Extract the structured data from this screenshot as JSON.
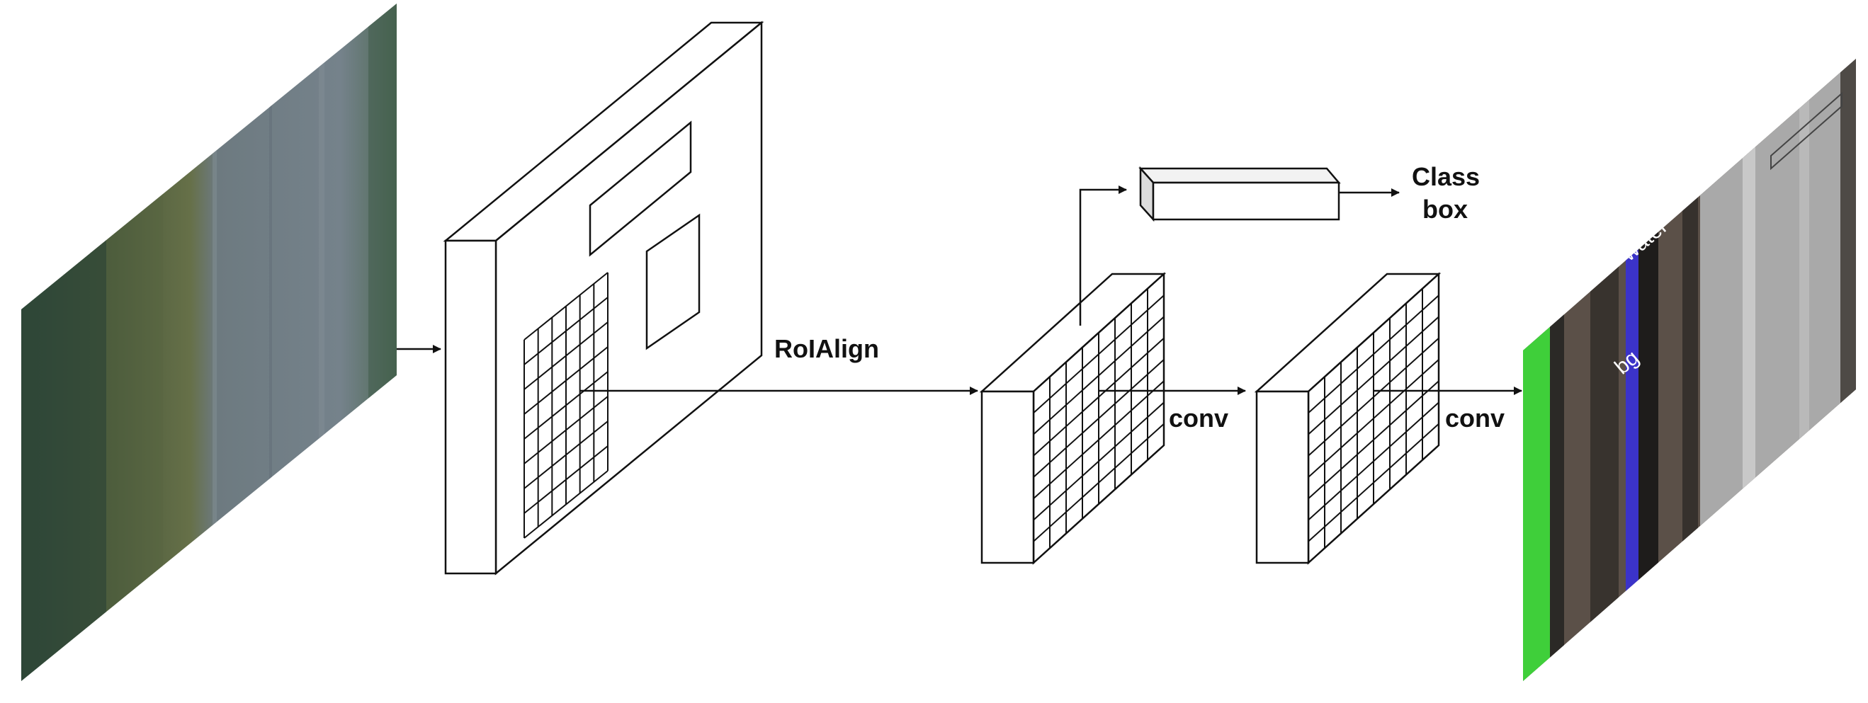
{
  "labels": {
    "roialign": "RoIAlign",
    "conv1": "conv",
    "conv2": "conv",
    "class_line1": "Class",
    "class_line2": "box"
  },
  "output_overlay": {
    "water": "water",
    "bg": "bg"
  },
  "colors": {
    "stroke": "#111111",
    "grass_dark": "#3d4f3a",
    "grass_mid": "#5d6b45",
    "road": "#6f7c85",
    "seg_green": "#3fcf3a",
    "seg_brown": "#5b5048",
    "seg_blue": "#3b33c9",
    "seg_gray": "#a9a9a9"
  }
}
